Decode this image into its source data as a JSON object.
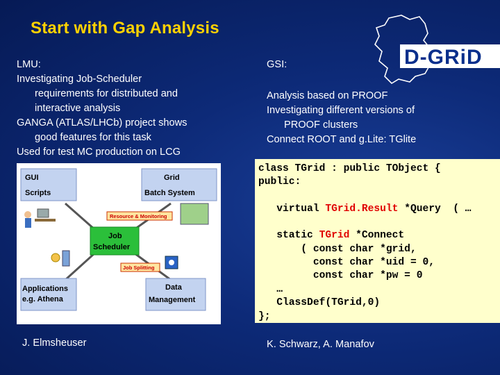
{
  "slide": {
    "title": "Start with Gap Analysis",
    "logo_text": "D-GRiD"
  },
  "left": {
    "heading": "LMU:",
    "line1": "Investigating Job-Scheduler",
    "line2": "requirements for distributed and",
    "line3": "interactive analysis",
    "line4": "GANGA (ATLAS/LHCb) project shows",
    "line5": "good features for this task",
    "line6": "Used for  test MC production on LCG"
  },
  "right": {
    "heading": "GSI:",
    "line1": "Analysis based on PROOF",
    "line2": "Investigating different versions of",
    "line3": "PROOF clusters",
    "line4": "Connect ROOT and g.Lite: TGlite"
  },
  "diagram": {
    "gui": "GUI",
    "scripts": "Scripts",
    "grid": "Grid",
    "batch": "Batch System",
    "resource": "Resource & Monitoring",
    "job": "Job",
    "scheduler": "Scheduler",
    "splitting": "Job Splitting",
    "apps1": "Applications",
    "apps2": "e.g. Athena",
    "data": "Data",
    "mgmt": "Management"
  },
  "code": {
    "l1": "class TGrid : public TObject {",
    "l2": "public:",
    "l3a": "   virtual ",
    "l3b": "TGrid.Result",
    "l3c": " *Query  ( …",
    "l4a": "   static ",
    "l4b": "TGrid",
    "l4c": " *Connect",
    "l5": "       ( const char *grid,",
    "l6": "         const char *uid = 0,",
    "l7": "         const char *pw = 0",
    "l8": "   …",
    "l9": "   ClassDef(TGrid,0)",
    "l10": "};"
  },
  "footer": {
    "left": "J. Elmsheuser",
    "right": "K. Schwarz, A. Manafov"
  },
  "colors": {
    "title": "#ffd200",
    "box_blue": "#c3d3f0",
    "box_green": "#2bbf3a",
    "code_bg": "#ffffcc",
    "highlight": "#e00000"
  }
}
